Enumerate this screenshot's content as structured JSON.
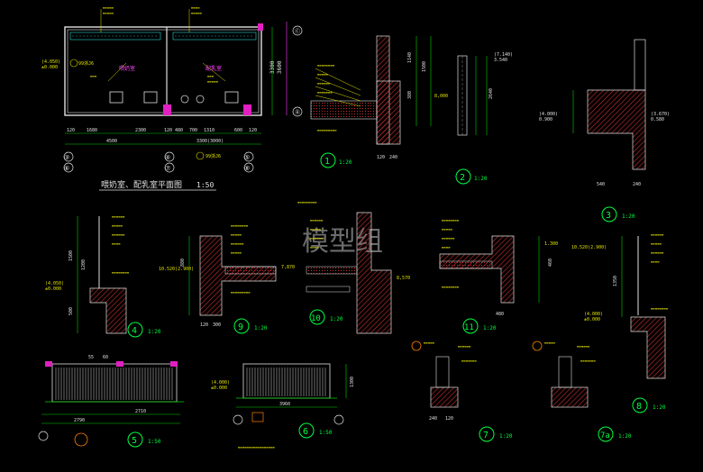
{
  "watermark": "模型组",
  "plan": {
    "title": "喂奶室、配乳室平面图",
    "scale": "1:50",
    "room_left": "喂奶室",
    "room_right": "配乳室",
    "top_dims": [
      "120",
      "1680",
      "2300",
      "120",
      "480",
      "700",
      "1310",
      "600",
      "120"
    ],
    "total_dims": [
      "4500",
      "3300(3000)"
    ],
    "side_dims": [
      "3300",
      "3600"
    ],
    "floor_levels": [
      "(4.050)",
      "±0.000"
    ],
    "axis_bottom": [
      "③",
      "④",
      "⑤"
    ],
    "axis_bottom2": [
      "⑥",
      "⑦",
      "⑧"
    ],
    "axis_right": [
      "Ⓒ",
      "Ⓑ"
    ],
    "note_drain": "99浙J6"
  },
  "details": [
    {
      "num": "1",
      "scale": "1:20"
    },
    {
      "num": "2",
      "scale": "1:20"
    },
    {
      "num": "3",
      "scale": "1:20"
    },
    {
      "num": "4",
      "scale": "1:20"
    },
    {
      "num": "9",
      "scale": "1:20"
    },
    {
      "num": "10",
      "scale": "1:20"
    },
    {
      "num": "11",
      "scale": "1:20"
    },
    {
      "num": "8",
      "scale": "1:20"
    },
    {
      "num": "5",
      "scale": "1:50"
    },
    {
      "num": "6",
      "scale": "1:50"
    },
    {
      "num": "7",
      "scale": "1:20"
    },
    {
      "num": "7a",
      "scale": "1:20"
    }
  ],
  "dims": {
    "d1_a": "1140",
    "d1_b": "1500",
    "d1_c": "380",
    "d1_d": "8,000",
    "d1_e": "120",
    "d1_f": "240",
    "d2_a": "(7.140)",
    "d2_b": "3.540",
    "d2_c": "2640",
    "d3_a": "(4.000)",
    "d3_b": "0.900",
    "d3_c": "(3.670)",
    "d3_d": "0.580",
    "d3_e": "540",
    "d3_f": "240",
    "d4_a": "1500",
    "d4_b": "1200",
    "d4_c": "500",
    "d4_d": "(4.050)",
    "d4_e": "±0.000",
    "d9_a": "10.520(2.900)",
    "d9_b": "880",
    "d9_c": "120",
    "d9_d": "300",
    "d10_a": "7,870",
    "d10_b": "8,570",
    "d11_a": "1.300",
    "d11_b": "460",
    "d11_c": "480",
    "d8_a": "10.520(2.900)",
    "d8_b": "1350",
    "d8_c": "(4.000)",
    "d8_d": "±0.000",
    "d5_a": "55",
    "d5_b": "60",
    "d5_c": "2790",
    "d5_d": "2710",
    "d5_e": "(4.000)",
    "d5_f": "±0.000",
    "d6_a": "3960",
    "d6_b": "1300",
    "d7_a": "240",
    "d7_b": "120"
  }
}
